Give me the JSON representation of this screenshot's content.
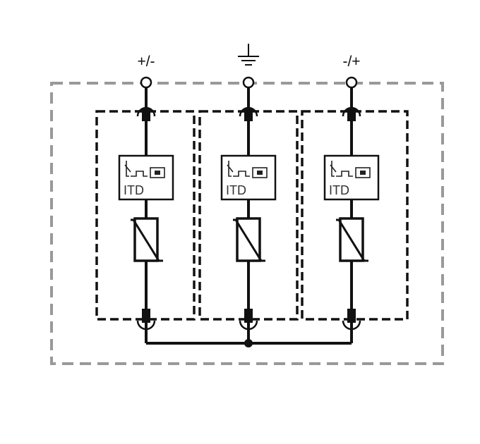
{
  "terminals": [
    {
      "id": "left",
      "label": "+/-"
    },
    {
      "id": "earth",
      "label": "",
      "icon": "ground-icon"
    },
    {
      "id": "right",
      "label": "-/+"
    }
  ],
  "modules": [
    {
      "id": "module-1",
      "itd_label": "ITD"
    },
    {
      "id": "module-2",
      "itd_label": "ITD"
    },
    {
      "id": "module-3",
      "itd_label": "ITD"
    }
  ],
  "colors": {
    "outer_border": "#999999",
    "module_border": "#111111",
    "wire": "#111111"
  }
}
